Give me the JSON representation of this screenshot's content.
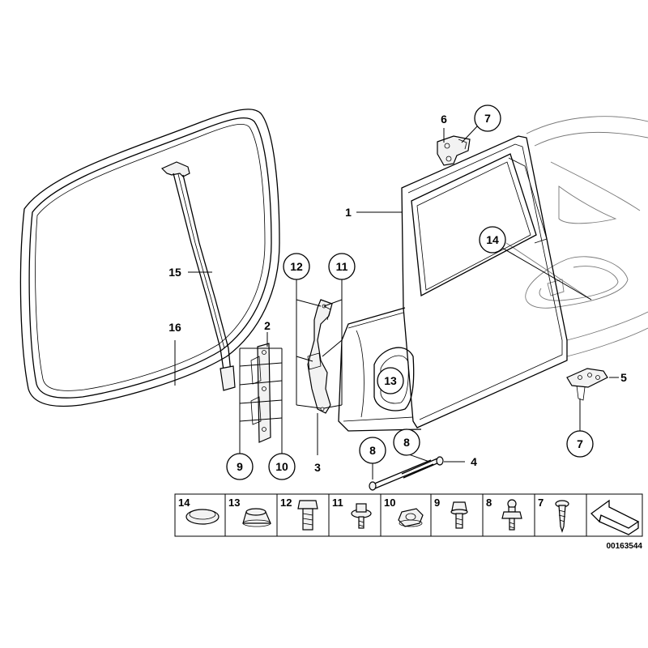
{
  "callouts": [
    {
      "id": "c1",
      "label": "1"
    },
    {
      "id": "c2",
      "label": "2"
    },
    {
      "id": "c3",
      "label": "3"
    },
    {
      "id": "c4",
      "label": "4"
    },
    {
      "id": "c5",
      "label": "5"
    },
    {
      "id": "c6",
      "label": "6"
    },
    {
      "id": "c7a",
      "label": "7"
    },
    {
      "id": "c7b",
      "label": "7"
    },
    {
      "id": "c8a",
      "label": "8"
    },
    {
      "id": "c8b",
      "label": "8"
    },
    {
      "id": "c9",
      "label": "9"
    },
    {
      "id": "c10",
      "label": "10"
    },
    {
      "id": "c11",
      "label": "11"
    },
    {
      "id": "c12",
      "label": "12"
    },
    {
      "id": "c13",
      "label": "13"
    },
    {
      "id": "c14",
      "label": "14"
    },
    {
      "id": "c15",
      "label": "15"
    },
    {
      "id": "c16",
      "label": "16"
    }
  ],
  "parts_table": [
    {
      "num": "14",
      "part": "plug-icon"
    },
    {
      "num": "13",
      "part": "rubber-buffer-icon"
    },
    {
      "num": "12",
      "part": "hex-bolt-icon"
    },
    {
      "num": "11",
      "part": "washer-screw-icon"
    },
    {
      "num": "10",
      "part": "hex-nut-icon"
    },
    {
      "num": "9",
      "part": "collar-screw-icon"
    },
    {
      "num": "8",
      "part": "ball-stud-icon"
    },
    {
      "num": "7",
      "part": "tapping-screw-icon"
    }
  ],
  "diagram_number": "00163544"
}
